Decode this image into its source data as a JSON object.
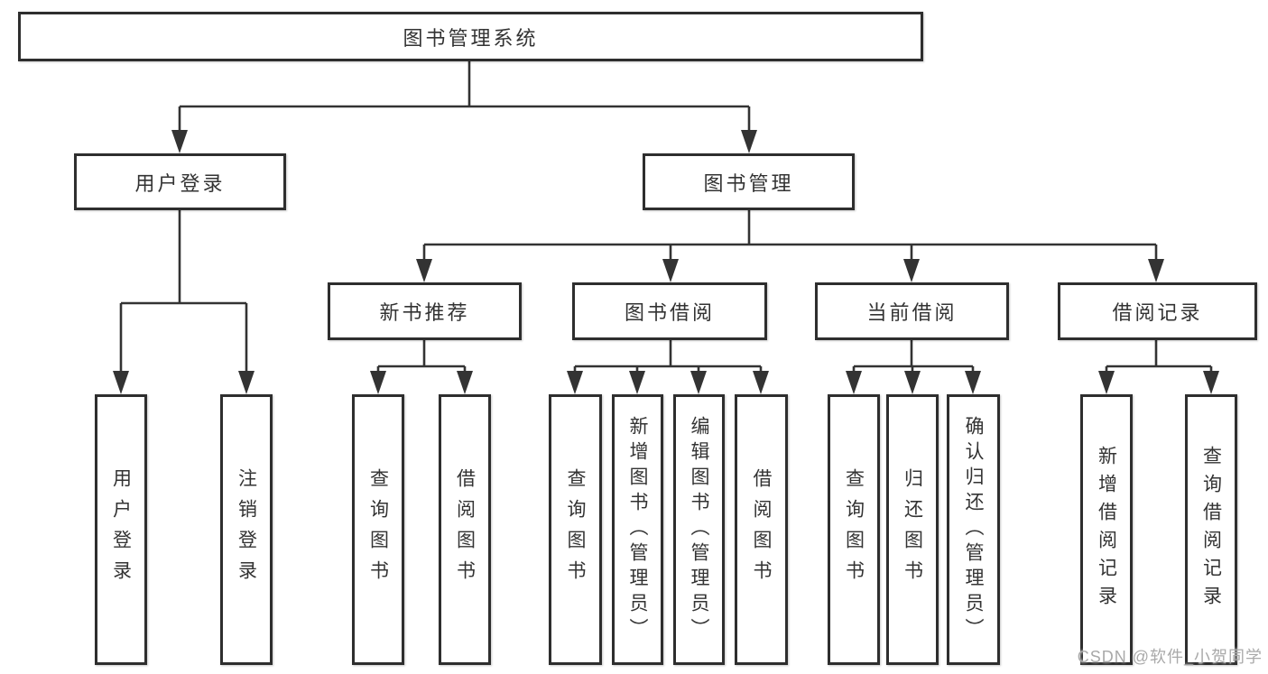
{
  "tree": {
    "root": {
      "label": "图书管理系统"
    },
    "level2": [
      {
        "label": "用户登录",
        "leaves": [
          {
            "label": "用户登录"
          },
          {
            "label": "注销登录"
          }
        ]
      },
      {
        "label": "图书管理",
        "children": [
          {
            "label": "新书推荐",
            "leaves": [
              {
                "label": "查询图书"
              },
              {
                "label": "借阅图书"
              }
            ]
          },
          {
            "label": "图书借阅",
            "leaves": [
              {
                "label": "查询图书"
              },
              {
                "label": "新增图书（管理员）"
              },
              {
                "label": "编辑图书（管理员）"
              },
              {
                "label": "借阅图书"
              }
            ]
          },
          {
            "label": "当前借阅",
            "leaves": [
              {
                "label": "查询图书"
              },
              {
                "label": "归还图书"
              },
              {
                "label": "确认归还（管理员）"
              }
            ]
          },
          {
            "label": "借阅记录",
            "leaves": [
              {
                "label": "新增借阅记录"
              },
              {
                "label": "查询借阅记录"
              }
            ]
          }
        ]
      }
    ]
  },
  "watermark": "CSDN @软件_小贺同学",
  "colors": {
    "line": "#333333",
    "box_border": "#2e2e2e",
    "text": "#333333",
    "watermark": "#a9a9a9",
    "background": "#ffffff"
  }
}
